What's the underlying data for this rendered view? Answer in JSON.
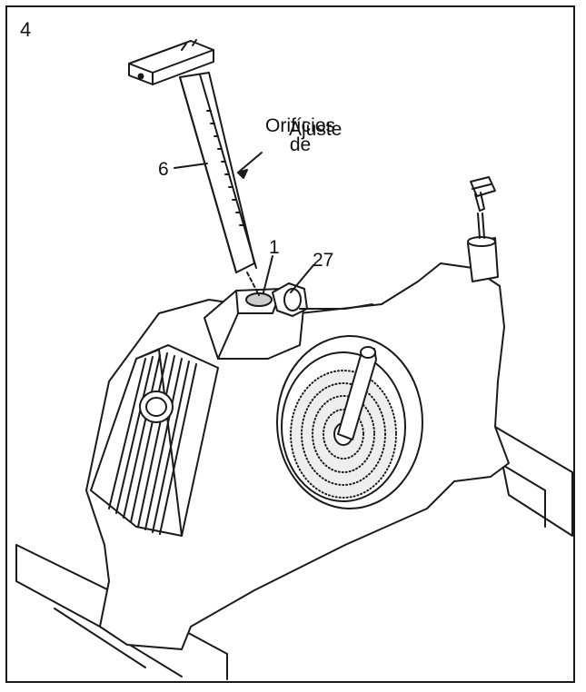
{
  "step_number": "4",
  "callouts": {
    "adjustment_holes_line1": "Orifícios de",
    "adjustment_holes_line2": "Ajuste",
    "part_6": "6",
    "part_1": "1",
    "part_27": "27"
  },
  "colors": {
    "ink": "#1a1a1a",
    "paper": "#ffffff",
    "shade": "#d9d9d9"
  }
}
